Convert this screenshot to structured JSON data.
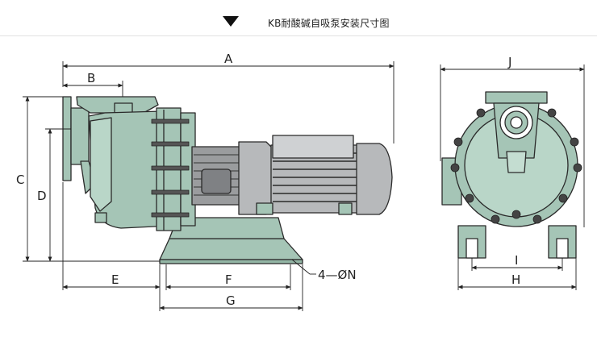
{
  "title": "KB耐酸碱自吸泵安装尺寸图",
  "colors": {
    "body": "#a5c5b6",
    "outline": "#2a2a2a",
    "motor": "#b7b9bb",
    "background": "#ffffff"
  },
  "dimensions": {
    "A": "A",
    "B": "B",
    "C": "C",
    "D": "D",
    "E": "E",
    "F": "F",
    "G": "G",
    "J": "J",
    "I": "I",
    "H": "H",
    "holes": "4—ØN"
  }
}
